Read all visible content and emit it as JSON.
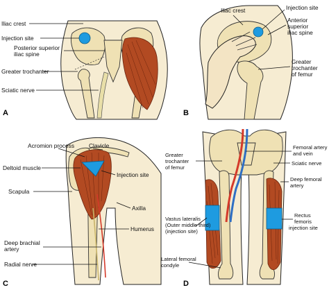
{
  "panels": {
    "A": {
      "letter": "A",
      "labels": {
        "iliac_crest": "Iliac crest",
        "injection_site": "Injection site",
        "psis_line1": "Posterior superior",
        "psis_line2": "iliac spine",
        "greater_trochanter": "Greater trochanter",
        "sciatic_nerve": "Sciatic nerve"
      }
    },
    "B": {
      "letter": "B",
      "labels": {
        "iliac_crest": "Iliac crest",
        "injection_site": "Injection site",
        "asis_line1": "Anterior",
        "asis_line2": "superior",
        "asis_line3": "iliac spine",
        "gt_line1": "Greater",
        "gt_line2": "trochanter",
        "gt_line3": "of femur"
      }
    },
    "C": {
      "letter": "C",
      "labels": {
        "acromion": "Acromion process",
        "clavicle": "Clavicle",
        "deltoid": "Deltoid muscle",
        "injection_site": "Injection site",
        "scapula": "Scapula",
        "axilla": "Axilla",
        "humerus": "Humerus",
        "deep_brachial_line1": "Deep brachial",
        "deep_brachial_line2": "artery",
        "radial_nerve": "Radial nerve"
      }
    },
    "D": {
      "letter": "D",
      "labels": {
        "gt_line1": "Greater",
        "gt_line2": "trochanter",
        "gt_line3": "of femur",
        "femoral_line1": "Femoral artery",
        "femoral_line2": "and vein",
        "sciatic_nerve": "Sciatic nerve",
        "deep_femoral_line1": "Deep femoral",
        "deep_femoral_line2": "artery",
        "vastus_line1": "Vastus lateralis",
        "vastus_line2": "(Outer middle third)",
        "vastus_line3": "(injection site)",
        "rectus_line1": "Rectus",
        "rectus_line2": "femoris",
        "rectus_line3": "injection site",
        "lateral_condyle_line1": "Lateral femoral",
        "lateral_condyle_line2": "condyle"
      }
    }
  },
  "colors": {
    "injection_site": "#1e9be0",
    "muscle": "#b24a22",
    "artery": "#d43a2a",
    "vein": "#2f6fc4",
    "bone": "#efe1b4",
    "skin": "#f6ecd2"
  }
}
